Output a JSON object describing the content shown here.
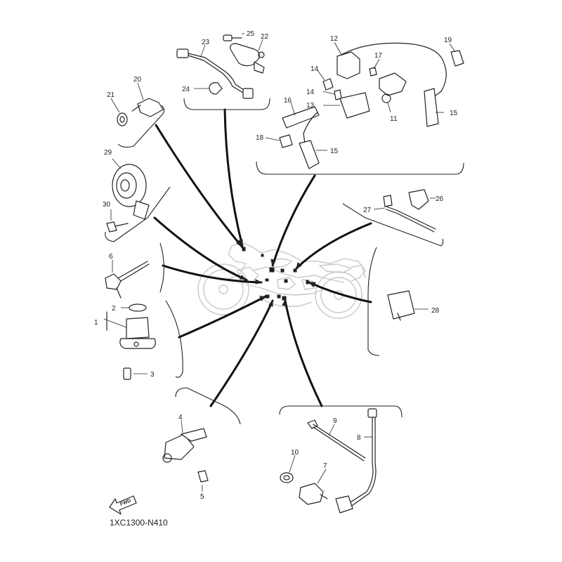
{
  "diagram": {
    "code": "1XC1300-N410",
    "fwd_label": "FWD",
    "part_numbers": {
      "p1": "1",
      "p2": "2",
      "p3": "3",
      "p4": "4",
      "p5": "5",
      "p6": "6",
      "p7": "7",
      "p8": "8",
      "p9": "9",
      "p10": "10",
      "p11": "11",
      "p12": "12",
      "p13": "13",
      "p14a": "14",
      "p14b": "14",
      "p15a": "15",
      "p15b": "15",
      "p16": "16",
      "p17": "17",
      "p18": "18",
      "p19": "19",
      "p20": "20",
      "p21": "21",
      "p22": "22",
      "p23": "23",
      "p24": "24",
      "p25": "25",
      "p26": "26",
      "p27": "27",
      "p28": "28",
      "p29": "29",
      "p30": "30"
    },
    "colors": {
      "line": "#222222",
      "motorcycle": "#c8c8c8",
      "background": "#ffffff"
    }
  }
}
